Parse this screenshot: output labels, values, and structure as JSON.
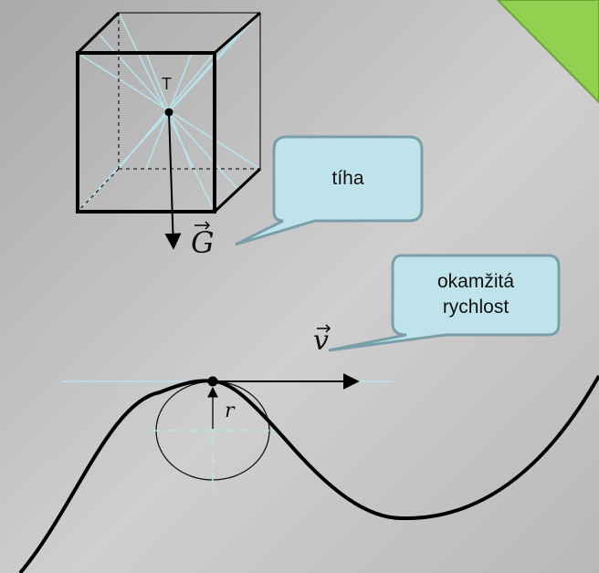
{
  "labels": {
    "center_point": "T",
    "weight_symbol": "G",
    "velocity_symbol": "v",
    "radius_symbol": "r"
  },
  "callouts": {
    "weight": "tíha",
    "velocity_line1": "okamžitá",
    "velocity_line2": "rychlost"
  },
  "colors": {
    "accent_corner": "#92d050",
    "callout_fill": "#bfe3ea",
    "callout_border": "#7a9fa8",
    "guide_lines": "#b9e4ee"
  }
}
